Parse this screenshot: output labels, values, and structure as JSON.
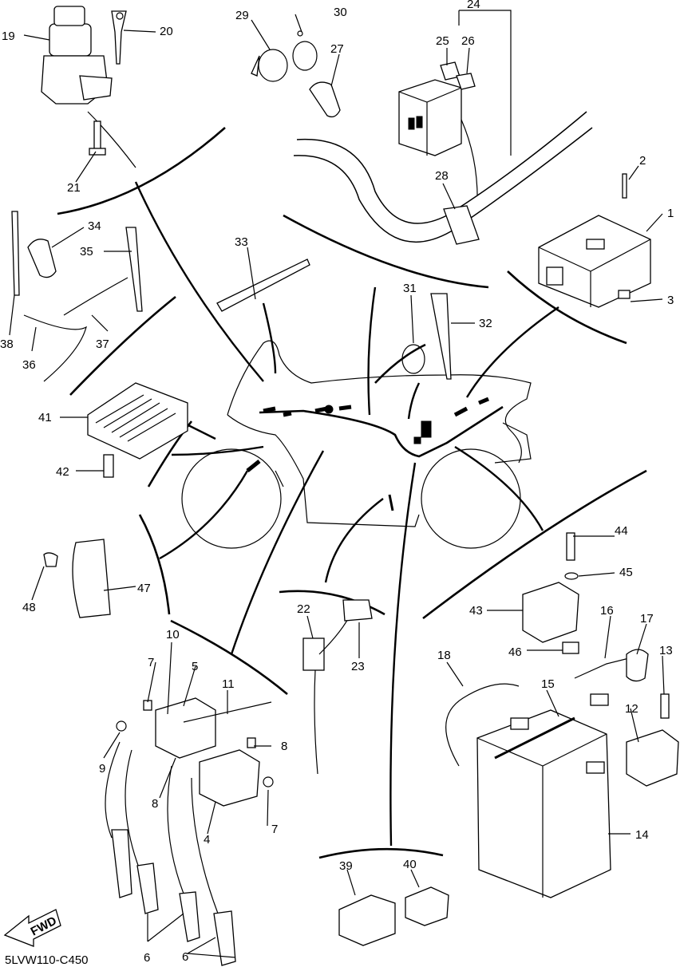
{
  "drawing_code": "5LVW110-C450",
  "fwd_label": "FWD",
  "callouts": [
    "1",
    "2",
    "3",
    "4",
    "5",
    "6",
    "7",
    "8",
    "9",
    "10",
    "11",
    "12",
    "13",
    "14",
    "15",
    "16",
    "17",
    "18",
    "19",
    "20",
    "21",
    "22",
    "23",
    "24",
    "25",
    "26",
    "27",
    "28",
    "29",
    "30",
    "31",
    "32",
    "33",
    "34",
    "35",
    "36",
    "37",
    "38",
    "39",
    "40",
    "41",
    "42",
    "43",
    "44",
    "45",
    "46",
    "47",
    "48"
  ]
}
